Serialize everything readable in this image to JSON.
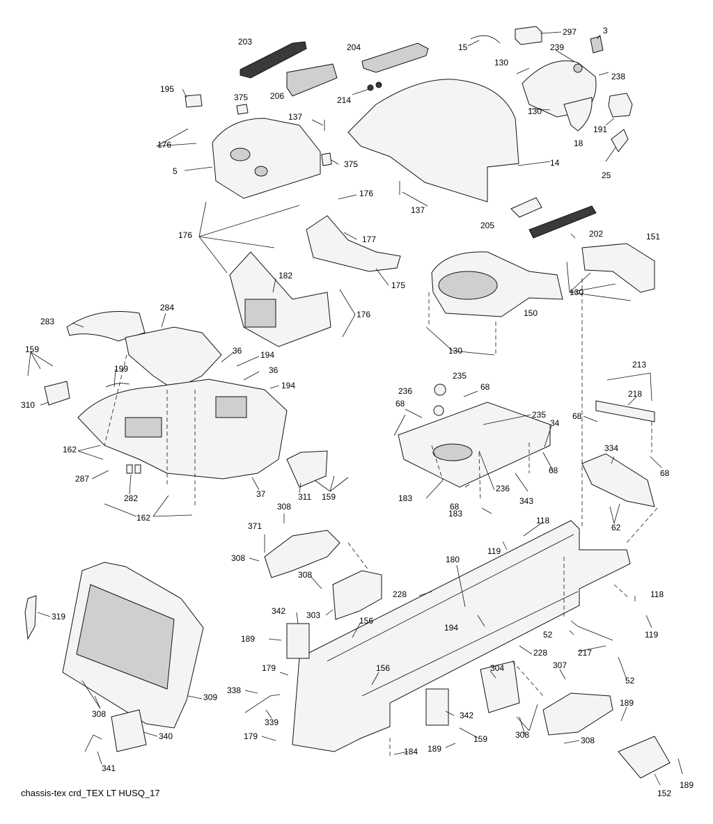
{
  "caption": "chassis-tex crd_TEX LT HUSQ_17",
  "callouts": {
    "c203": "203",
    "c204": "204",
    "c15": "15",
    "c297": "297",
    "c3": "3",
    "c195": "195",
    "c375a": "375",
    "c206": "206",
    "c214": "214",
    "c130a": "130",
    "c239": "239",
    "c238": "238",
    "c137a": "137",
    "c130b": "130",
    "c191": "191",
    "c176a": "176",
    "c18": "18",
    "c25": "25",
    "c5": "5",
    "c375b": "375",
    "c14": "14",
    "c176b": "176",
    "c137b": "137",
    "c205": "205",
    "c202": "202",
    "c176c": "176",
    "c177": "177",
    "c151": "151",
    "c130c": "130",
    "c175": "175",
    "c182": "182",
    "c150": "150",
    "c176d": "176",
    "c284": "284",
    "c283": "283",
    "c130d": "130",
    "c159a": "159",
    "c36a": "36",
    "c194a": "194",
    "c199": "199",
    "c36b": "36",
    "c235a": "235",
    "c213": "213",
    "c194b": "194",
    "c236a": "236",
    "c68a": "68",
    "c218": "218",
    "c310": "310",
    "c68b": "68",
    "c235b": "235",
    "c68c": "68",
    "c34": "34",
    "c162a": "162",
    "c334": "334",
    "c287": "287",
    "c68d": "68",
    "c68e": "68",
    "c37": "37",
    "c311": "311",
    "c159b": "159",
    "c183a": "183",
    "c236b": "236",
    "c343": "343",
    "c282": "282",
    "c68f": "68",
    "c62": "62",
    "c162b": "162",
    "c183b": "183",
    "c308a": "308",
    "c118a": "118",
    "c371": "371",
    "c119a": "119",
    "c308b": "308",
    "c180": "180",
    "c308c": "308",
    "c228a": "228",
    "c118b": "118",
    "c319": "319",
    "c342a": "342",
    "c303": "303",
    "c156a": "156",
    "c194c": "194",
    "c119b": "119",
    "c189a": "189",
    "c52a": "52",
    "c217": "217",
    "c228b": "228",
    "c179a": "179",
    "c304": "304",
    "c307": "307",
    "c52b": "52",
    "c156b": "156",
    "c338": "338",
    "c309": "309",
    "c189b": "189",
    "c342b": "342",
    "c308d": "308",
    "c339": "339",
    "c340": "340",
    "c308e": "308",
    "c308f": "308",
    "c179b": "179",
    "c159c": "159",
    "c189c": "189",
    "c184": "184",
    "c341": "341",
    "c152": "152",
    "c189d": "189"
  }
}
